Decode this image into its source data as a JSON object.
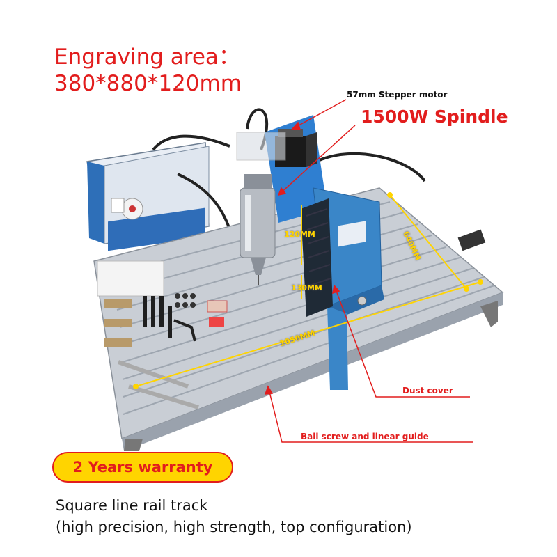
{
  "header": {
    "line1": "Engraving area：",
    "line2": "380*880*120mm"
  },
  "callouts": {
    "stepper": "57mm  Stepper motor",
    "spindle": "1500W Spindle",
    "dust_cover": "Dust cover",
    "ball_screw": "Ball screw and linear guide"
  },
  "dimensions": {
    "height": "120MM",
    "clearance": "130MM",
    "width": "640MM",
    "length": "1050MM"
  },
  "badge": {
    "warranty": "2 Years warranty"
  },
  "footer": {
    "line1": "Square line rail track",
    "line2": "(high precision, high strength, top configuration)"
  },
  "colors": {
    "accent_red": "#e21d1d",
    "badge_yellow": "#ffd400",
    "frame_blue": "#3a86c8",
    "dimension_yellow": "#ffd400"
  }
}
